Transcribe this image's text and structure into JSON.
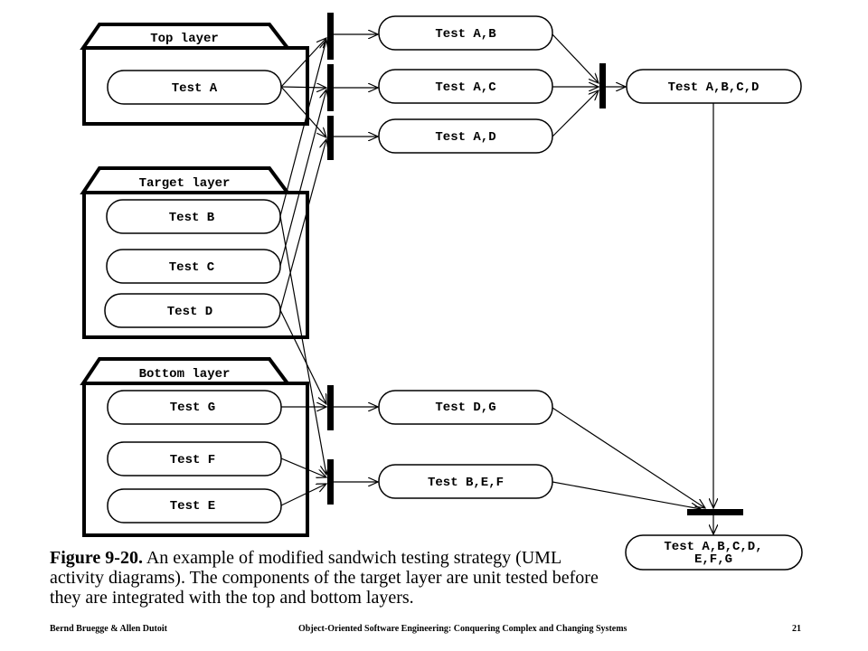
{
  "layers": {
    "top": {
      "title": "Top layer",
      "units": [
        "Test A"
      ]
    },
    "target": {
      "title": "Target layer",
      "units": [
        "Test B",
        "Test C",
        "Test D"
      ]
    },
    "bottom": {
      "title": "Bottom layer",
      "units": [
        "Test G",
        "Test F",
        "Test E"
      ]
    }
  },
  "integration_tests": {
    "ab": "Test A,B",
    "ac": "Test A,C",
    "ad": "Test A,D",
    "abcd": "Test A,B,C,D",
    "dg": "Test D,G",
    "bef": "Test B,E,F",
    "final_line1": "Test A,B,C,D,",
    "final_line2": "E,F,G"
  },
  "caption": {
    "figure_label": "Figure 9-20.",
    "text": " An example of modified sandwich testing strategy (UML activity diagrams). The components of the target layer are unit tested before they are integrated with the top and bottom layers."
  },
  "footer": {
    "authors": "Bernd Bruegge & Allen Dutoit",
    "book": "Object-Oriented Software Engineering: Conquering Complex and Changing Systems",
    "page": "21"
  }
}
